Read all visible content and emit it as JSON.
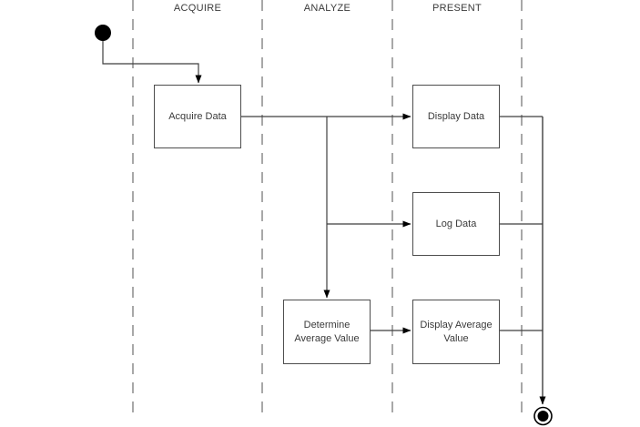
{
  "diagram": {
    "type": "uml-activity-diagram",
    "lanes": [
      {
        "id": "acquire",
        "label": "ACQUIRE"
      },
      {
        "id": "analyze",
        "label": "ANALYZE"
      },
      {
        "id": "present",
        "label": "PRESENT"
      }
    ],
    "nodes": {
      "start": {
        "type": "initial-node"
      },
      "acquire_data": {
        "label": "Acquire Data",
        "lane": "ACQUIRE"
      },
      "display_data": {
        "label": "Display Data",
        "lane": "PRESENT"
      },
      "log_data": {
        "label": "Log Data",
        "lane": "PRESENT"
      },
      "determine_average_value": {
        "label": "Determine\nAverage Value",
        "lane": "ANALYZE"
      },
      "display_average_value": {
        "label": "Display Average\nValue",
        "lane": "PRESENT"
      },
      "end": {
        "type": "final-node"
      }
    },
    "edges": [
      {
        "from": "start",
        "to": "acquire_data"
      },
      {
        "from": "acquire_data",
        "to": "display_data"
      },
      {
        "from": "acquire_data",
        "to": "log_data"
      },
      {
        "from": "acquire_data",
        "to": "determine_average_value"
      },
      {
        "from": "determine_average_value",
        "to": "display_average_value"
      },
      {
        "from": "display_data",
        "to": "end"
      },
      {
        "from": "log_data",
        "to": "end"
      },
      {
        "from": "display_average_value",
        "to": "end"
      }
    ],
    "colors": {
      "background": "#ffffff",
      "lane_divider": "#7a7a7a",
      "edge": "#3f3f3f",
      "node_border": "#4d4d4d",
      "node_fill": "#ffffff",
      "text": "#3a3a3a",
      "terminal": "#000000"
    }
  }
}
